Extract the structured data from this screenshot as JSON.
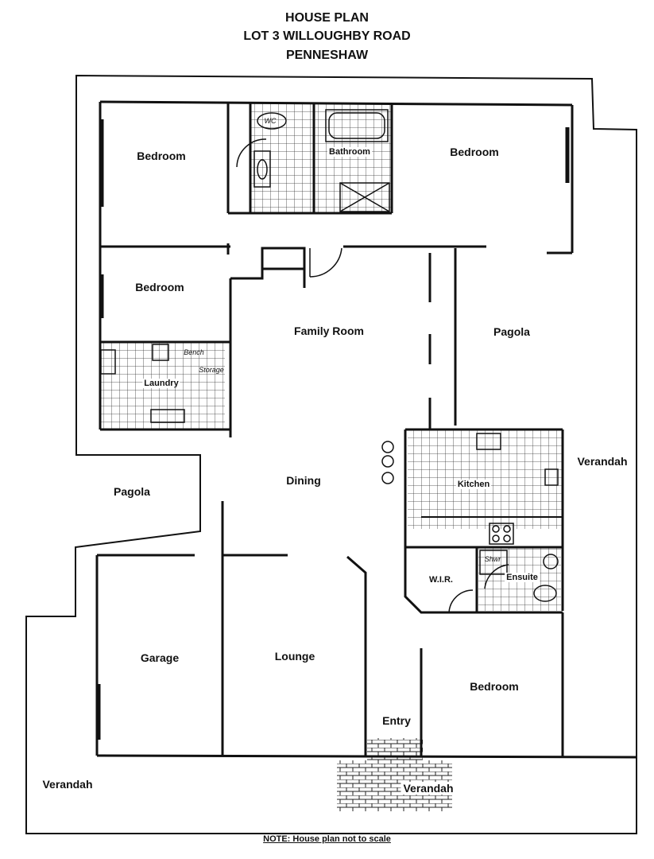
{
  "title": {
    "line1": "HOUSE PLAN",
    "line2": "LOT 3 WILLOUGHBY ROAD",
    "line3": "PENNESHAW"
  },
  "rooms": {
    "bedroom_nw": "Bedroom",
    "bathroom": "Bathroom",
    "bedroom_ne": "Bedroom",
    "bedroom_w": "Bedroom",
    "family_room": "Family Room",
    "pagola_e": "Pagola",
    "laundry": "Laundry",
    "kitchen": "Kitchen",
    "verandah_e": "Verandah",
    "dining": "Dining",
    "pagola_w": "Pagola",
    "wir": "W.I.R.",
    "ensuite": "Ensuite",
    "garage": "Garage",
    "lounge": "Lounge",
    "bedroom_se": "Bedroom",
    "entry": "Entry",
    "verandah_sw": "Verandah",
    "verandah_s": "Verandah"
  },
  "fixtures": {
    "wc": "WC",
    "bench": "Bench",
    "storage": "Storage",
    "shwr": "Shwr"
  },
  "note": "NOTE: House plan not to scale"
}
